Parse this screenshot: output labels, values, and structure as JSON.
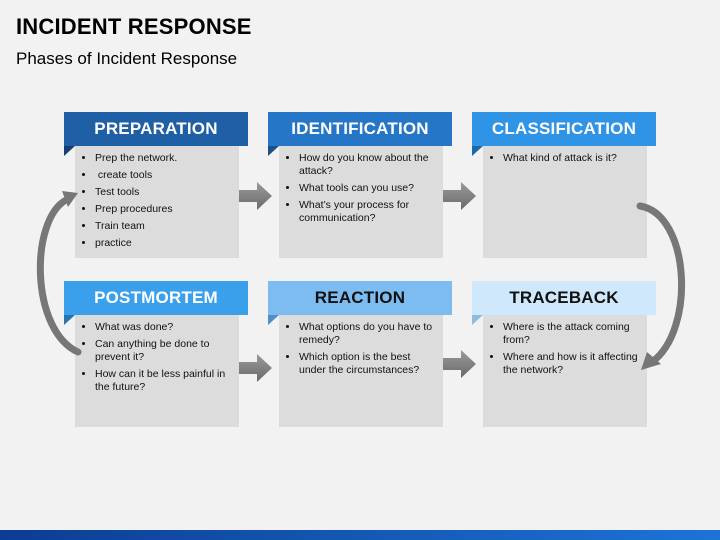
{
  "title": "INCIDENT RESPONSE",
  "subtitle": "Phases of Incident Response",
  "colors": {
    "dark_blue": "#1a5aa0",
    "mid_blue": "#2e8ee0",
    "light_blue": "#6fb6ef",
    "pale_blue": "#c9e6fb",
    "body_gray": "#dcdcdc",
    "arrow_gray": "#808080"
  },
  "phases": [
    {
      "id": "preparation",
      "label": "PREPARATION",
      "items": [
        "Prep the network.",
        " create tools",
        "Test tools",
        "Prep procedures",
        "Train team",
        "practice"
      ]
    },
    {
      "id": "identification",
      "label": "IDENTIFICATION",
      "items": [
        "How do you know about the attack?",
        "What tools can you use?",
        "What’s your process for communication?"
      ]
    },
    {
      "id": "classification",
      "label": "CLASSIFICATION",
      "items": [
        "What kind of attack is it?"
      ]
    },
    {
      "id": "postmortem",
      "label": "POSTMORTEM",
      "items": [
        "What was done?",
        "Can anything be done to prevent it?",
        "How can it be less painful in the future?"
      ]
    },
    {
      "id": "reaction",
      "label": "REACTION",
      "items": [
        "What options do you have to remedy?",
        "Which option is the best under the circumstances?"
      ]
    },
    {
      "id": "traceback",
      "label": "TRACEBACK",
      "items": [
        "Where is the attack coming from?",
        "Where and how is it affecting the network?"
      ]
    }
  ]
}
